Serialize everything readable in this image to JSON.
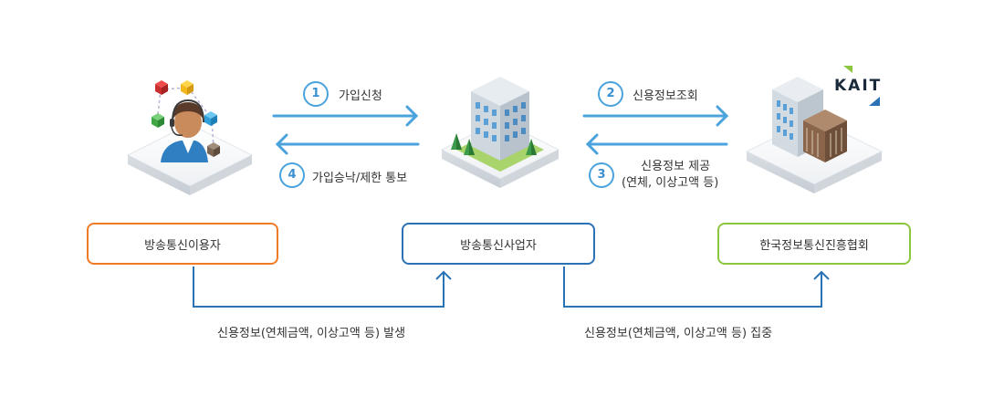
{
  "steps": [
    {
      "number": "1",
      "label": "가입신청"
    },
    {
      "number": "2",
      "label": "신용정보조회"
    },
    {
      "number": "3",
      "label_line1": "신용정보 제공",
      "label_line2": "(연체, 이상고액 등)"
    },
    {
      "number": "4",
      "label": "가입승낙/제한 통보"
    }
  ],
  "entities": {
    "user": "방송통신이용자",
    "provider": "방송통신사업자",
    "association": "한국정보통신진흥협회"
  },
  "logo": {
    "text": "KAIT"
  },
  "bottom_flows": {
    "left": "신용정보(연체금액, 이상고액 등) 발생",
    "right": "신용정보(연체금액, 이상고액 등) 집중"
  },
  "icons": {
    "user": "person-network-icon",
    "provider": "office-building-icon",
    "association": "office-buildings-icon"
  },
  "colors": {
    "arrow": "#4aa3dc",
    "user_border": "#f07b26",
    "provider_border": "#2a72b5",
    "association_border": "#8cc63f",
    "connector": "#2a72b5"
  }
}
